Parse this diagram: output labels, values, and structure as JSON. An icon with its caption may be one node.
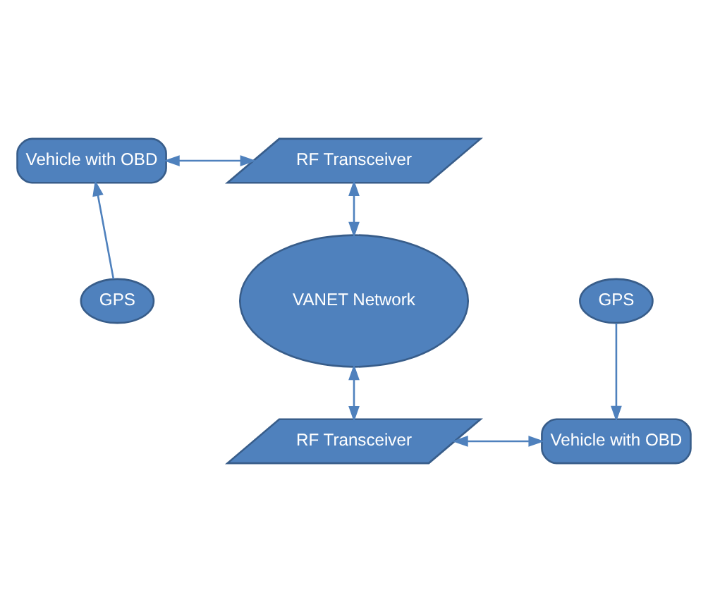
{
  "diagram": {
    "nodes": [
      {
        "text": [
          "Vehicle with OBD"
        ]
      },
      {
        "text": [
          "RF Transceiver"
        ]
      },
      {
        "text": [
          "GPS"
        ]
      },
      {
        "text": [
          "VANET Network"
        ]
      },
      {
        "text": [
          "RF Transceiver"
        ]
      },
      {
        "text": [
          "Vehicle with OBD"
        ]
      },
      {
        "text": [
          "GPS"
        ]
      }
    ],
    "edges": [
      {
        "from": 0,
        "to": 1,
        "arrow": "both"
      },
      {
        "from": 2,
        "to": 0,
        "arrow": "to"
      },
      {
        "from": 1,
        "to": 3,
        "arrow": "both"
      },
      {
        "from": 3,
        "to": 4,
        "arrow": "both"
      },
      {
        "from": 4,
        "to": 5,
        "arrow": "both"
      },
      {
        "from": 6,
        "to": 5,
        "arrow": "to"
      }
    ]
  }
}
